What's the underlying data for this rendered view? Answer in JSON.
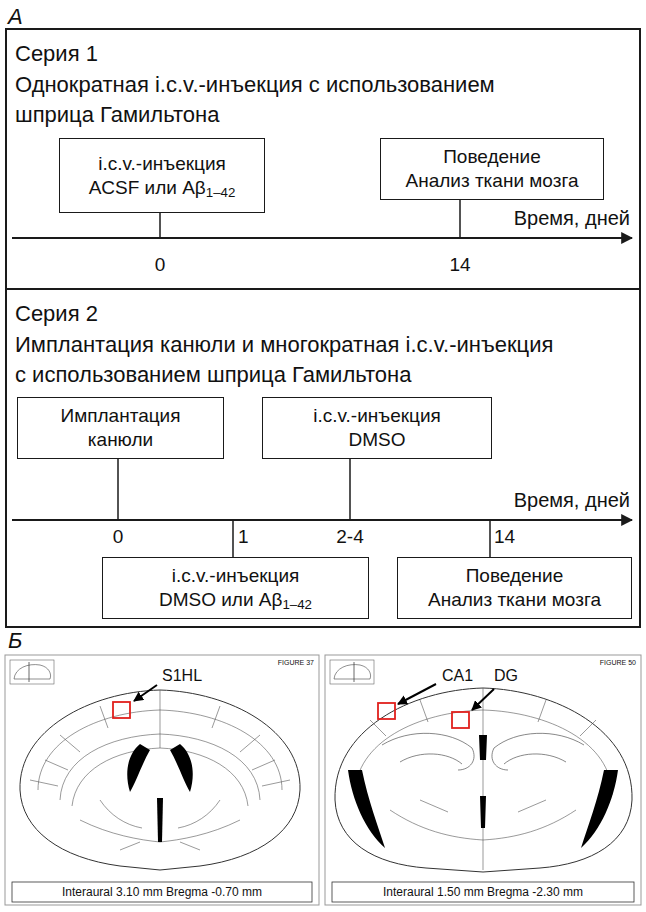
{
  "diagram": {
    "nodes": [
      {
        "text": [
          "Серия 1",
          "Однократная i.c.v.-инъекция с использованием шприца Гамильтона"
        ]
      },
      {
        "text": [
          "i.c.v.-инъекция ACSF или Aβ1–42"
        ],
        "in": 0
      },
      {
        "text": [
          "Поведение",
          "Анализ ткани мозга"
        ],
        "in": 0
      },
      {
        "text": [
          "Серия 2",
          "Имплантация канюли и многократная i.c.v.-инъекция с использованием шприца Гамильтона"
        ]
      },
      {
        "text": [
          "Имплантация канюли"
        ],
        "in": 3
      },
      {
        "text": [
          "i.c.v.-инъекция DMSO"
        ],
        "in": 3
      },
      {
        "text": [
          "i.c.v.-инъекция DMSO или Aβ1–42"
        ],
        "in": 3
      },
      {
        "text": [
          "Поведение",
          "Анализ ткани мозга"
        ],
        "in": 3
      }
    ],
    "labels": [
      "А",
      "Время, дней",
      "0",
      "14",
      "Время, дней",
      "0",
      "1",
      "2-4",
      "14",
      "Б",
      "S1HL",
      "FIGURE 37",
      "Interaural 3.10 mm Bregma -0.70 mm",
      "CA1",
      "DG",
      "FIGURE 50",
      "Interaural 1.50 mm Bregma -2.30 mm"
    ]
  }
}
